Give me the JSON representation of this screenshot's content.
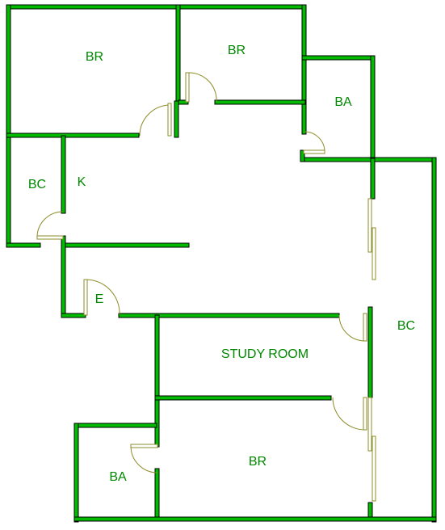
{
  "rooms": {
    "br_top_left": "BR",
    "br_top_center": "BR",
    "ba_top_right": "BA",
    "bc_left": "BC",
    "kitchen": "K",
    "entry": "E",
    "bc_right": "BC",
    "study": "STUDY ROOM",
    "br_bottom": "BR",
    "ba_bottom_left": "BA"
  },
  "colors": {
    "wall": "#00bb00",
    "wall_outline": "#000000",
    "door": "#8c8c28",
    "label": "#008800"
  }
}
